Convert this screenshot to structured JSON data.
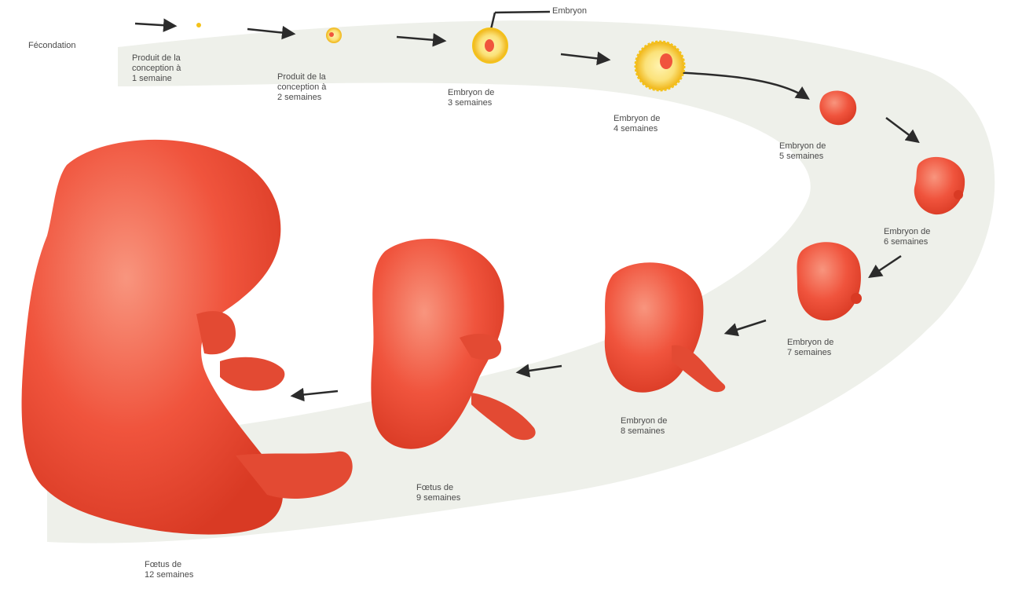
{
  "labels": {
    "fecondation": "Fécondation",
    "s1": "Produit de la\nconception à\n1 semaine",
    "s2": "Produit de la\nconception à\n2 semaines",
    "embryon_callout": "Embryon",
    "s3": "Embryon de\n3 semaines",
    "s4": "Embryon de\n4 semaines",
    "s5": "Embryon de\n5 semaines",
    "s6": "Embryon de\n6 semaines",
    "s7": "Embryon de\n7 semaines",
    "s8": "Embryon de\n8 semaines",
    "s9": "Fœtus de\n9 semaines",
    "s12": "Fœtus de\n12 semaines"
  },
  "colors": {
    "band": "#eef0ea",
    "flesh": "#f0543d",
    "flesh_light": "#f7826c",
    "flesh_dark": "#d93a24",
    "yolk": "#f4c21a",
    "yolk_light": "#fbe27a",
    "arrow": "#2b2b2b",
    "text": "#4a4a4a"
  }
}
